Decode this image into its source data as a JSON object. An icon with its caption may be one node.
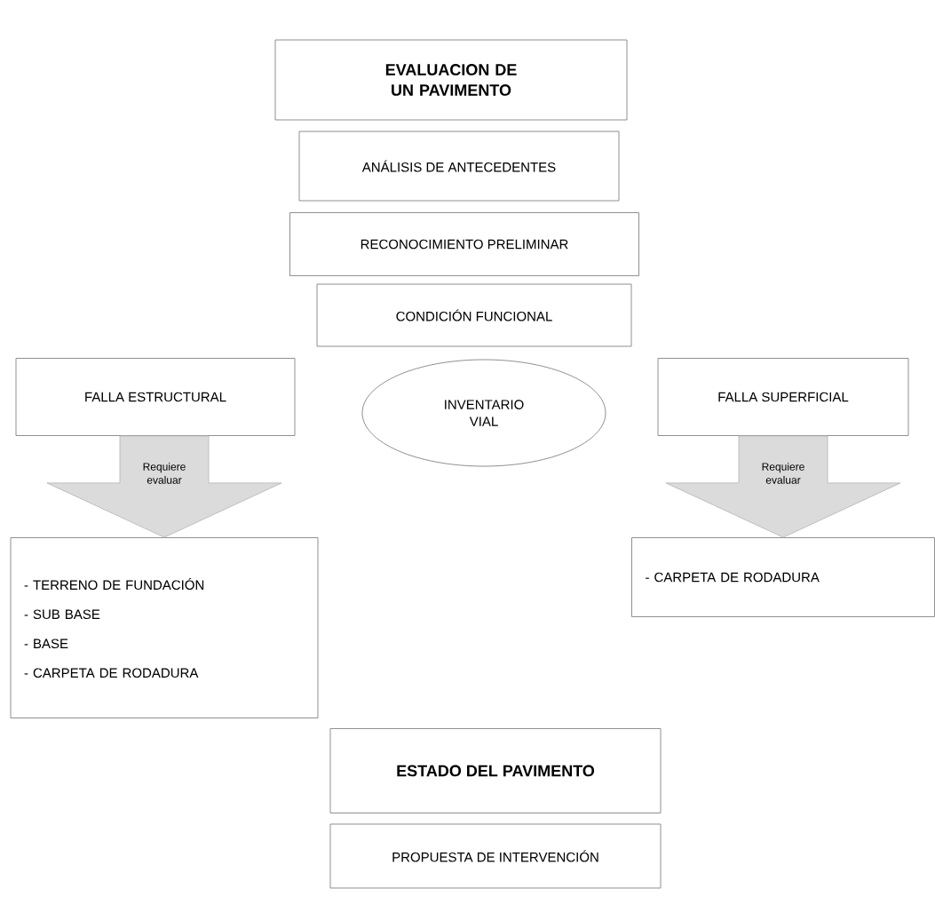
{
  "diagram": {
    "nodes": [
      {
        "text": [
          "EVALUACION DE UN PAVIMENTO"
        ]
      },
      {
        "text": [
          "ANÁLISIS DE ANTECEDENTES"
        ]
      },
      {
        "text": [
          "RECONOCIMIENTO PRELIMINAR"
        ]
      },
      {
        "text": [
          "CONDICIÓN FUNCIONAL"
        ]
      },
      {
        "text": [
          "FALLA ESTRUCTURAL"
        ]
      },
      {
        "text": [
          "INVENTARIO VIAL"
        ]
      },
      {
        "text": [
          "FALLA SUPERFICIAL"
        ]
      },
      {
        "text": [
          "- TERRENO DE FUNDACIÓN",
          "- SUB BASE",
          "- BASE",
          "- CARPETA DE RODADURA"
        ]
      },
      {
        "text": [
          "- CARPETA DE RODADURA"
        ]
      },
      {
        "text": [
          "ESTADO DEL PAVIMENTO"
        ]
      },
      {
        "text": [
          "PROPUESTA DE INTERVENCIÓN"
        ]
      }
    ],
    "edges": [
      {
        "from": 4,
        "to": 7,
        "arrow": "to",
        "label": "Requiere evaluar",
        "style": "thick"
      },
      {
        "from": 6,
        "to": 8,
        "arrow": "to",
        "label": "Requiere evaluar",
        "style": "thick"
      }
    ]
  }
}
